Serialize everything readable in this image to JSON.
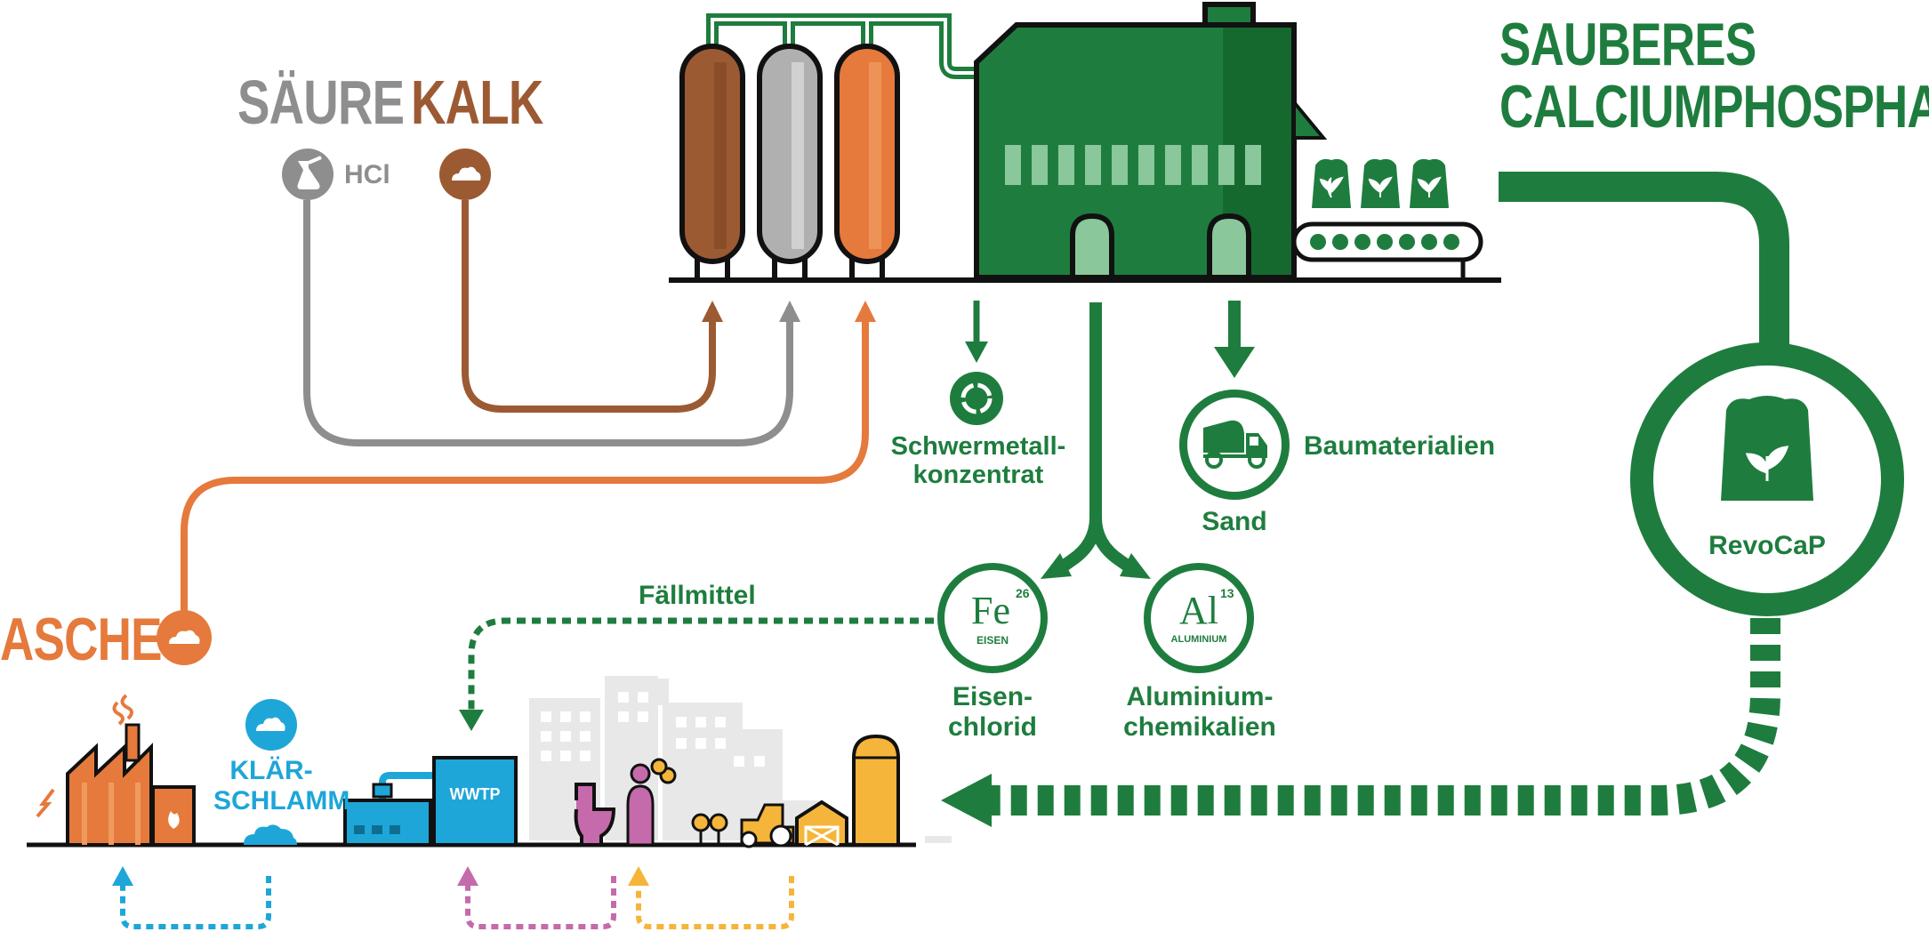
{
  "colors": {
    "green": "#1e7d3e",
    "dark_green": "#15692f",
    "light_green": "#8ac79a",
    "orange": "#e57a3c",
    "brown": "#9c5a33",
    "gray": "#8e8e8e",
    "blue": "#1ea6d8",
    "magenta": "#c56aab",
    "yellow": "#f5b53a"
  },
  "inputs": {
    "acid": {
      "title": "SÄURE",
      "formula": "HCl",
      "icon": "flask-icon"
    },
    "lime": {
      "title": "KALK",
      "icon": "powder-icon"
    },
    "ash": {
      "title": "ASCHE",
      "icon": "powder-icon"
    }
  },
  "product": {
    "title_line1": "SAUBERES",
    "title_line2": "CALCIUMPHOSPHAT",
    "brand": "RevoCaP",
    "icon": "fertilizer-bag-icon"
  },
  "outputs": {
    "heavy_metal": {
      "line1": "Schwermetall-",
      "line2": "konzentrat",
      "icon": "recycle-icon"
    },
    "sand": {
      "label": "Sand",
      "use": "Baumaterialien",
      "icon": "cement-truck-icon"
    },
    "iron": {
      "symbol": "Fe",
      "number": "26",
      "name": "EISEN",
      "line1": "Eisen-",
      "line2": "chlorid"
    },
    "aluminium": {
      "symbol": "Al",
      "number": "13",
      "name": "ALUMINIUM",
      "line1": "Aluminium-",
      "line2": "chemikalien"
    }
  },
  "flows": {
    "precipitant": "Fällmittel"
  },
  "bottom": {
    "sludge_line1": "KLÄR-",
    "sludge_line2": "SCHLAMM",
    "wwtp": "WWTP"
  }
}
